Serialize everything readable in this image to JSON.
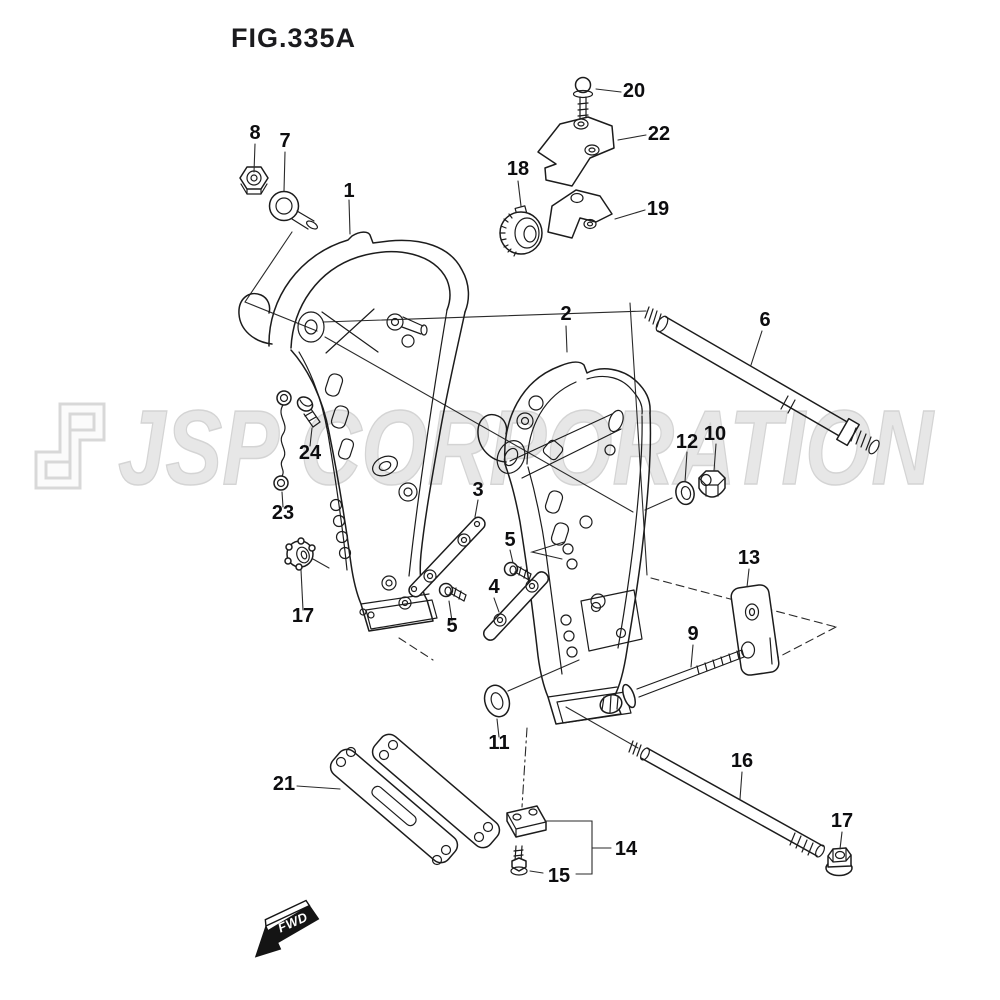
{
  "figure": {
    "title": "FIG.335A"
  },
  "watermark": {
    "text": "JSP CORPORATION",
    "color": "#e7e7e7"
  },
  "direction_marker": {
    "label": "FWD"
  },
  "colors": {
    "line": "#1c1c1c",
    "label": "#0d0d0f",
    "background": "#ffffff"
  },
  "callouts": {
    "c1": "1",
    "c2": "2",
    "c3": "3",
    "c4": "4",
    "c5a": "5",
    "c5b": "5",
    "c6": "6",
    "c7": "7",
    "c8": "8",
    "c9": "9",
    "c10": "10",
    "c11": "11",
    "c12": "12",
    "c13": "13",
    "c14": "14",
    "c15": "15",
    "c16": "16",
    "c17a": "17",
    "c17b": "17",
    "c18": "18",
    "c19": "19",
    "c20": "20",
    "c21": "21",
    "c22": "22",
    "c23": "23",
    "c24": "24"
  }
}
